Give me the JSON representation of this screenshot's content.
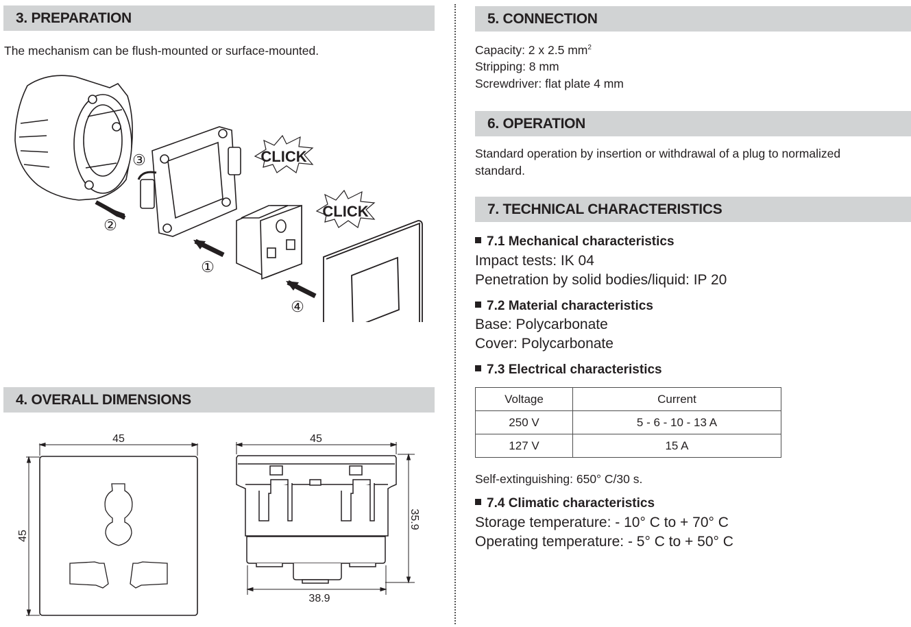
{
  "left": {
    "preparation": {
      "heading": "3. PREPARATION",
      "text": "The mechanism can be flush-mounted or surface-mounted.",
      "illustration": {
        "step_labels": [
          "①",
          "②",
          "③",
          "④"
        ],
        "click_labels": [
          "CLICK",
          "CLICK"
        ]
      }
    },
    "dimensions": {
      "heading": "4. OVERALL DIMENSIONS",
      "front_view": {
        "width_label": "45",
        "height_label": "45"
      },
      "side_view": {
        "width_label": "45",
        "depth_label": "35.9",
        "base_width_label": "38.9"
      }
    }
  },
  "right": {
    "connection": {
      "heading": "5. CONNECTION",
      "capacity_prefix": "Capacity: 2 x 2.5 mm",
      "capacity_sup": "2",
      "stripping": "Stripping: 8 mm",
      "screwdriver": "Screwdriver: flat plate 4 mm"
    },
    "operation": {
      "heading": "6. OPERATION",
      "text_line1": "Standard operation by insertion or withdrawal of a plug to normalized",
      "text_line2": "standard."
    },
    "technical": {
      "heading": "7. TECHNICAL CHARACTERISTICS",
      "mechanical": {
        "title": "7.1 Mechanical characteristics",
        "impact": "Impact tests: IK 04",
        "penetration": "Penetration by solid bodies/liquid: IP 20"
      },
      "material": {
        "title": "7.2 Material characteristics",
        "base": "Base: Polycarbonate",
        "cover": "Cover: Polycarbonate"
      },
      "electrical": {
        "title": "7.3 Electrical characteristics",
        "table": {
          "headers": [
            "Voltage",
            "Current"
          ],
          "rows": [
            [
              "250 V",
              "5 - 6 - 10 - 13 A"
            ],
            [
              "127 V",
              "15 A"
            ]
          ]
        },
        "self_extinguishing": "Self-extinguishing: 650° C/30 s."
      },
      "climatic": {
        "title": "7.4 Climatic characteristics",
        "storage": "Storage temperature: - 10° C to + 70° C",
        "operating": "Operating temperature: - 5° C to + 50° C"
      }
    }
  },
  "colors": {
    "heading_bg": "#d1d3d4",
    "text": "#231f20",
    "dimension_label": "#231f20"
  }
}
